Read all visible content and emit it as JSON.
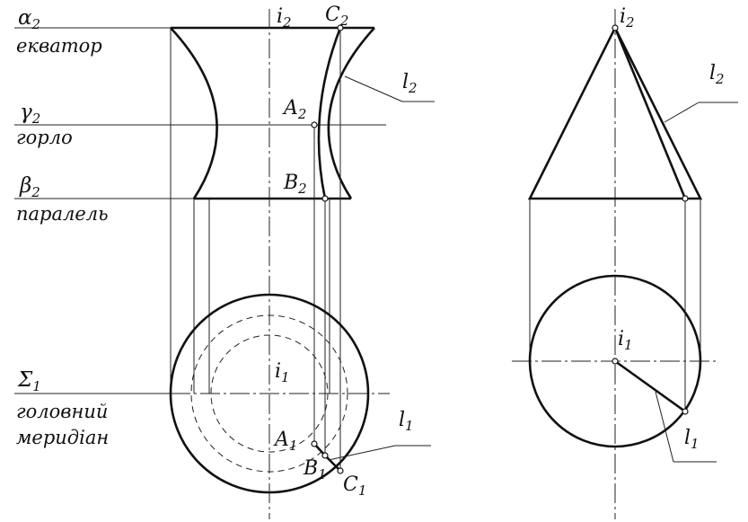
{
  "left": {
    "alpha2": {
      "sym": "α",
      "sub": "2"
    },
    "ekvator": "екватор",
    "gamma2": {
      "sym": "γ",
      "sub": "2"
    },
    "gorlo": "горло",
    "beta2": {
      "sym": "β",
      "sub": "2"
    },
    "paralel": "паралель",
    "sigma1": {
      "sym": "Σ",
      "sub": "1"
    },
    "golovnyi": "головний",
    "merydian": "меридіан",
    "i2": {
      "sym": "i",
      "sub": "2"
    },
    "C2": {
      "sym": "C",
      "sub": "2"
    },
    "l2": {
      "sym": "l",
      "sub": "2"
    },
    "A2": {
      "sym": "A",
      "sub": "2"
    },
    "B2": {
      "sym": "B",
      "sub": "2"
    },
    "i1": {
      "sym": "i",
      "sub": "1"
    },
    "l1": {
      "sym": "l",
      "sub": "1"
    },
    "A1": {
      "sym": "A",
      "sub": "1"
    },
    "B1": {
      "sym": "B",
      "sub": "1"
    },
    "C1": {
      "sym": "C",
      "sub": "1"
    }
  },
  "right": {
    "i2": {
      "sym": "i",
      "sub": "2"
    },
    "l2": {
      "sym": "l",
      "sub": "2"
    },
    "i1": {
      "sym": "i",
      "sub": "1"
    },
    "l1": {
      "sym": "l",
      "sub": "1"
    }
  }
}
